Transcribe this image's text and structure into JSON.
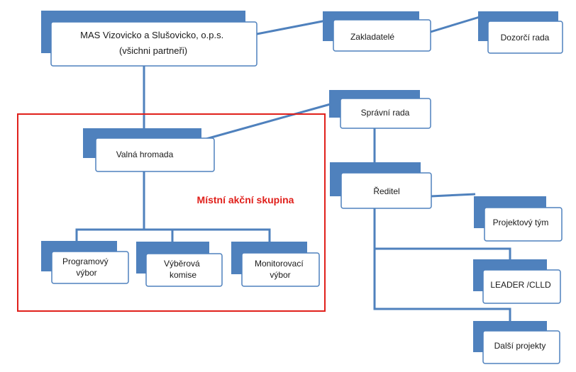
{
  "colors": {
    "node_fill": "#4f81bd",
    "node_front": "#ffffff",
    "connector": "#4f81bd",
    "group_frame": "#e0201b",
    "group_label": "#e0201b"
  },
  "nodes": {
    "mas": {
      "lines": [
        "MAS Vizovicko a Slušovicko, o.p.s.",
        "(všichni partneři)"
      ]
    },
    "zakladatele": {
      "lines": [
        "Zakladatelé"
      ]
    },
    "dozorci_rada": {
      "lines": [
        "Dozorčí rada"
      ]
    },
    "spravni_rada": {
      "lines": [
        "Správní rada"
      ]
    },
    "valna_hromada": {
      "lines": [
        "Valná hromada"
      ]
    },
    "reditel": {
      "lines": [
        "Ředitel"
      ]
    },
    "projektovy_tym": {
      "lines": [
        "Projektový tým"
      ]
    },
    "leader_clld": {
      "lines": [
        "LEADER /CLLD"
      ]
    },
    "dalsi_projekty": {
      "lines": [
        "Další projekty"
      ]
    },
    "programovy_vybor": {
      "lines": [
        "Programový",
        "výbor"
      ]
    },
    "vyberova_komise": {
      "lines": [
        "Výběrová",
        "komise"
      ]
    },
    "monitorovaci_vybor": {
      "lines": [
        "Monitorovací",
        "výbor"
      ]
    }
  },
  "group": {
    "label": "Místní akční skupina"
  }
}
